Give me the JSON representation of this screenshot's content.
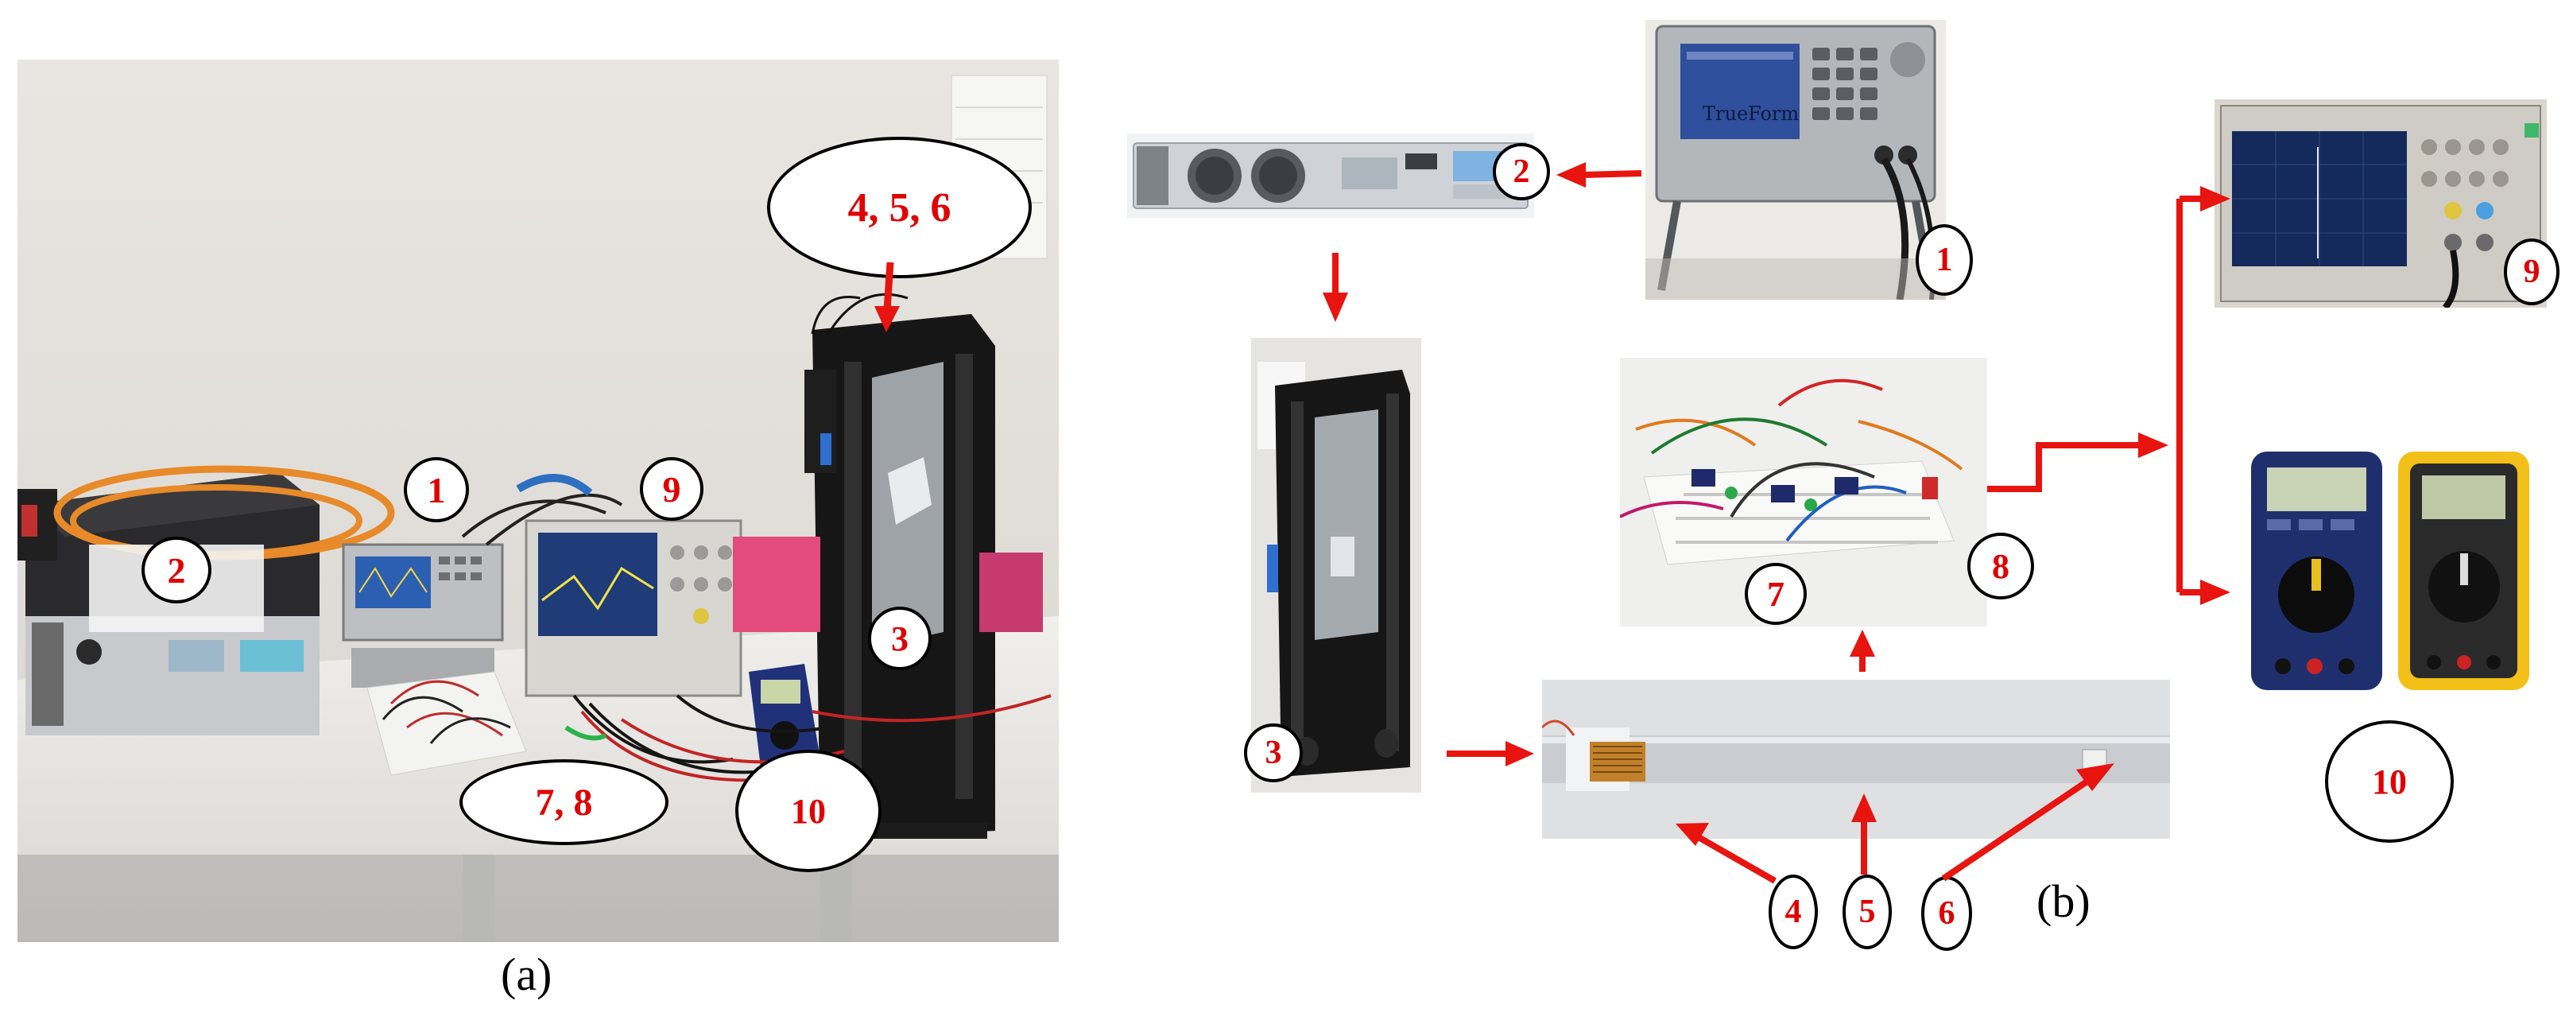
{
  "captions": {
    "a": "(a)",
    "b": "(b)"
  },
  "labels_a": {
    "c1": "1",
    "c2": "2",
    "c3": "3",
    "c456": "4, 5, 6",
    "c78": "7, 8",
    "c9": "9",
    "c10": "10"
  },
  "labels_b": {
    "c1": "1",
    "c2": "2",
    "c3": "3",
    "c4": "4",
    "c5": "5",
    "c6": "6",
    "c7": "7",
    "c8": "8",
    "c9": "9",
    "c10": "10"
  },
  "screen_text": {
    "function_generator": "TrueForm"
  },
  "colors": {
    "arrow": "#e8140f",
    "callout_text": "#e00000"
  }
}
